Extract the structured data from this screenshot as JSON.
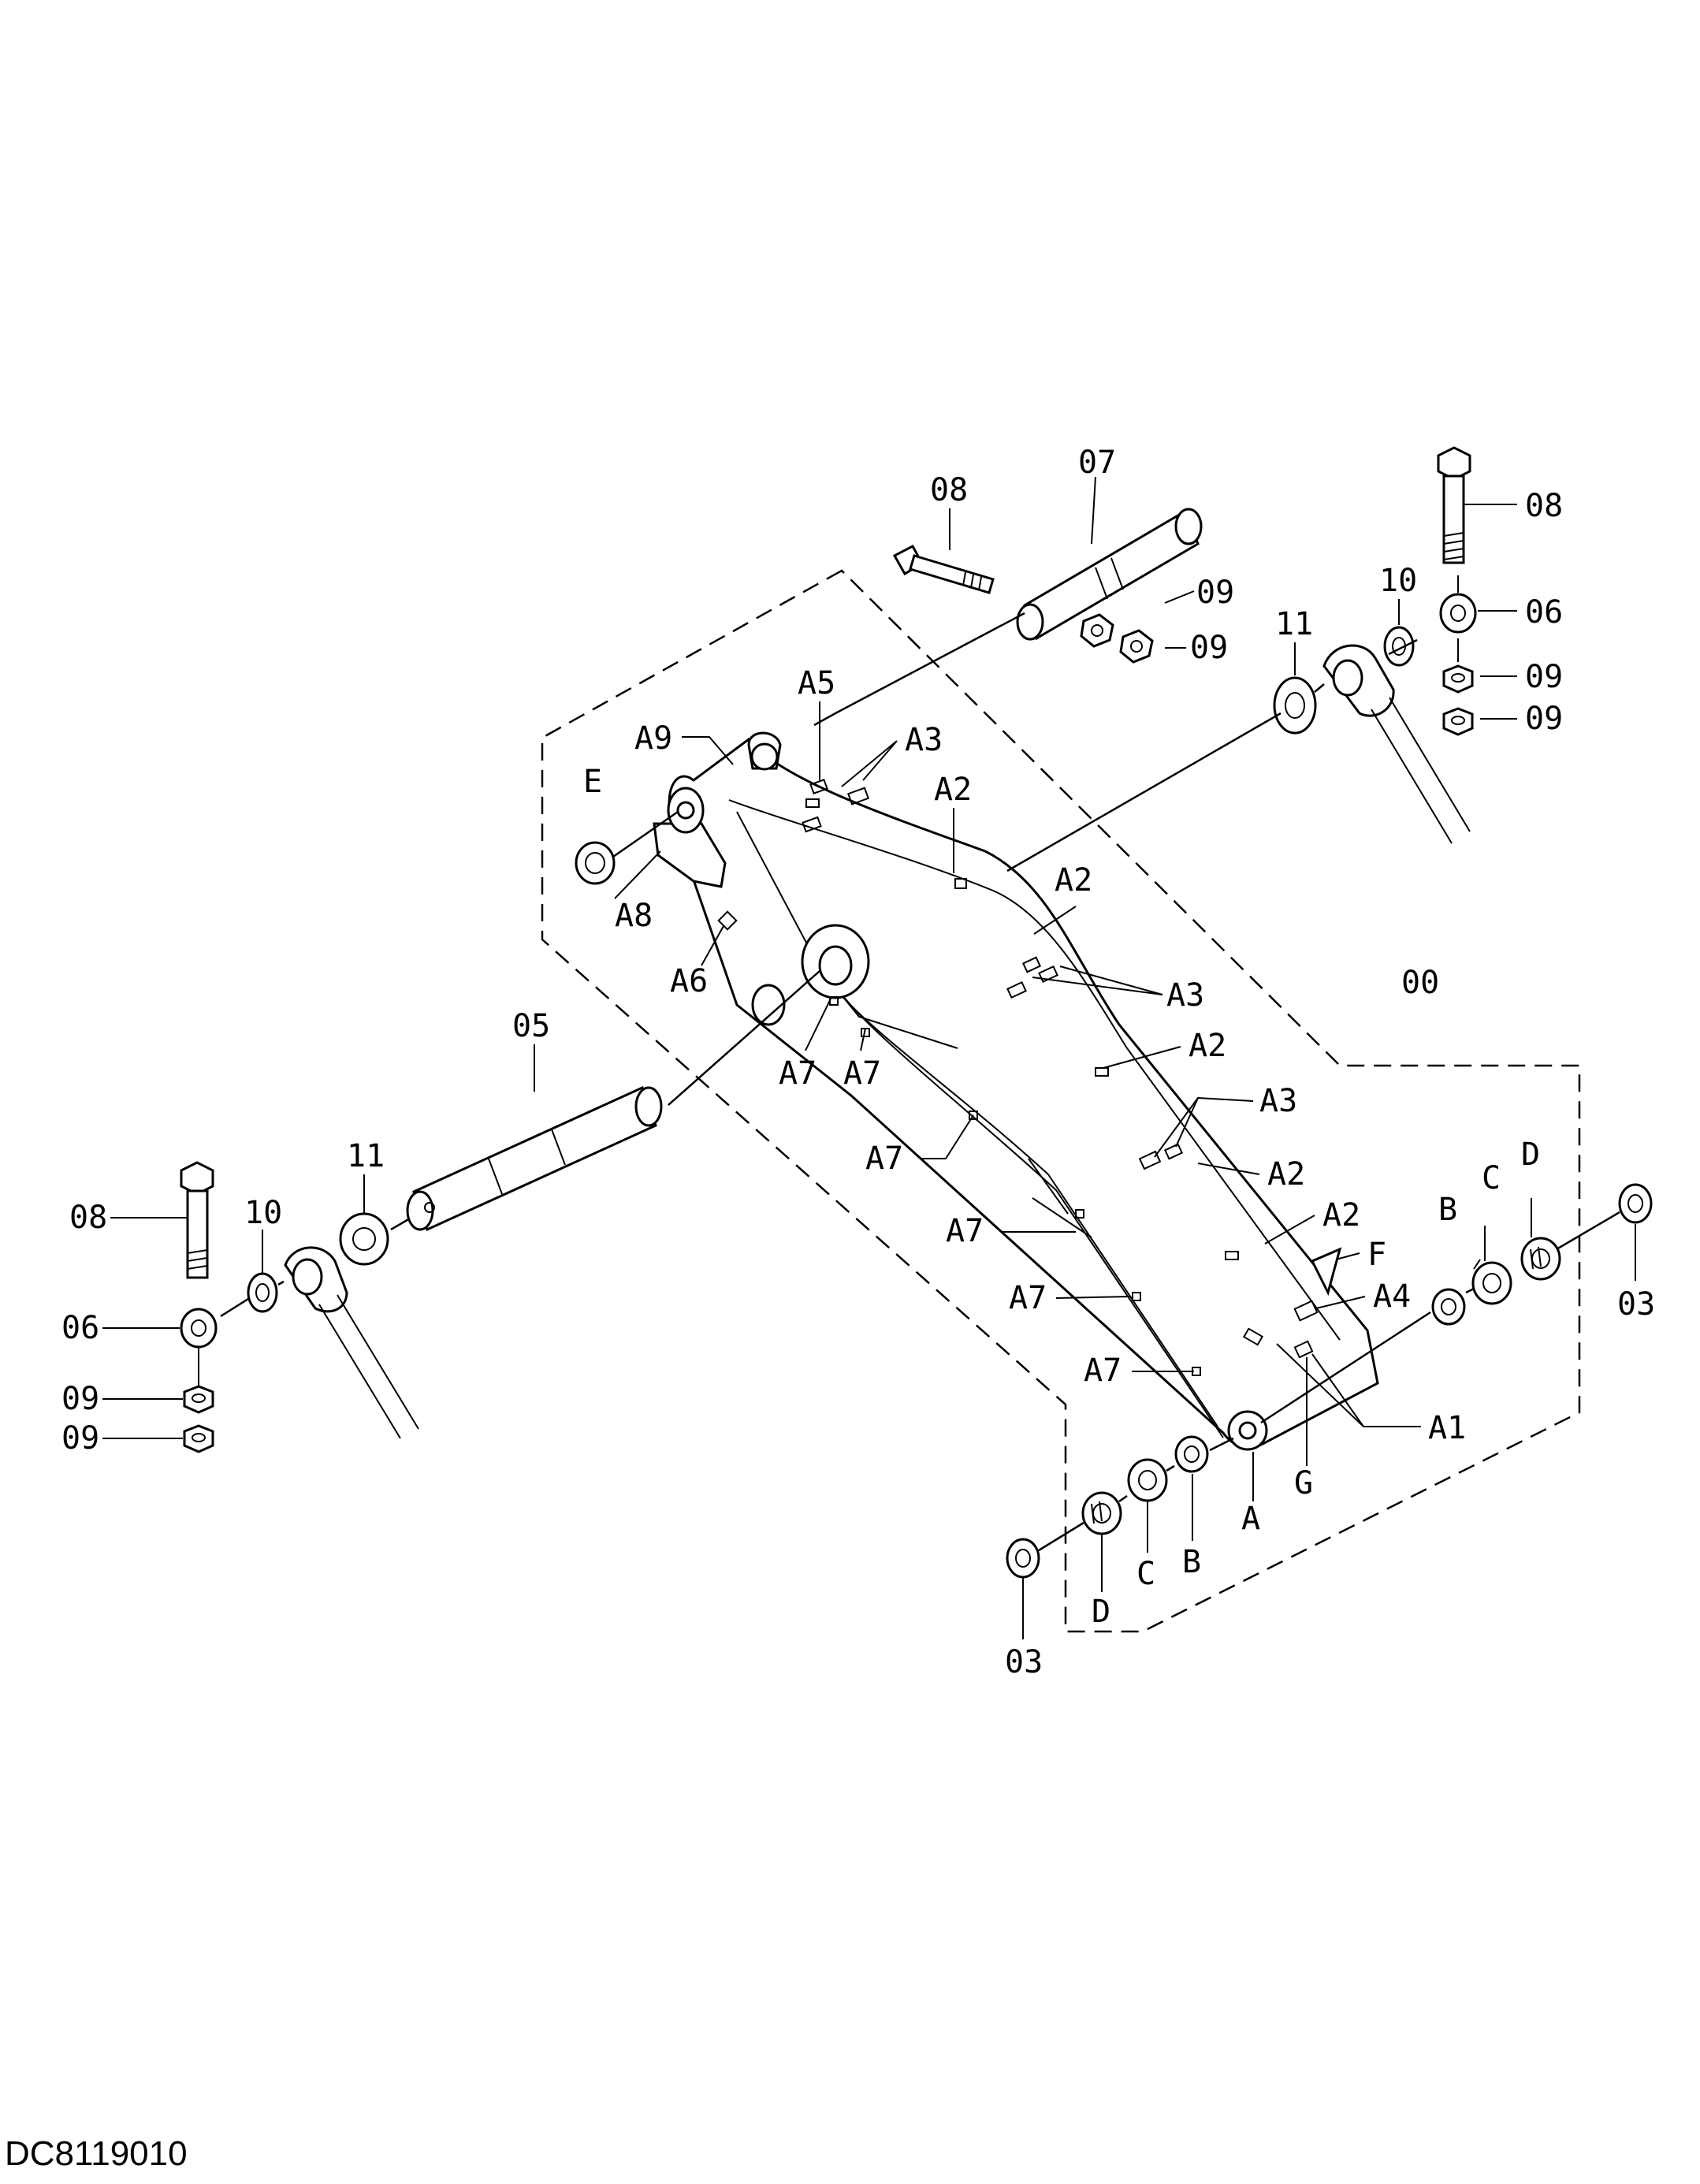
{
  "drawing_code": "DC8119010",
  "labels": {
    "c00": "00",
    "c03a": "03",
    "c03b": "03",
    "c05": "05",
    "c06a": "06",
    "c06b": "06",
    "c07": "07",
    "c08a": "08",
    "c08b": "08",
    "c08c": "08",
    "c09a": "09",
    "c09b": "09",
    "c09c": "09",
    "c09d": "09",
    "c09e": "09",
    "c09f": "09",
    "c10a": "10",
    "c10b": "10",
    "c11a": "11",
    "c11b": "11",
    "a1": "A1",
    "a2a": "A2",
    "a2b": "A2",
    "a2c": "A2",
    "a2d": "A2",
    "a2e": "A2",
    "a3a": "A3",
    "a3b": "A3",
    "a3c": "A3",
    "a4": "A4",
    "a5": "A5",
    "a6": "A6",
    "a7a": "A7",
    "a7b": "A7",
    "a7c": "A7",
    "a7d": "A7",
    "a7e": "A7",
    "a7f": "A7",
    "a8": "A8",
    "a9": "A9",
    "la": "A",
    "lb1": "B",
    "lb2": "B",
    "lc1": "C",
    "lc2": "C",
    "ld1": "D",
    "ld2": "D",
    "le": "E",
    "lf": "F",
    "lg": "G"
  }
}
